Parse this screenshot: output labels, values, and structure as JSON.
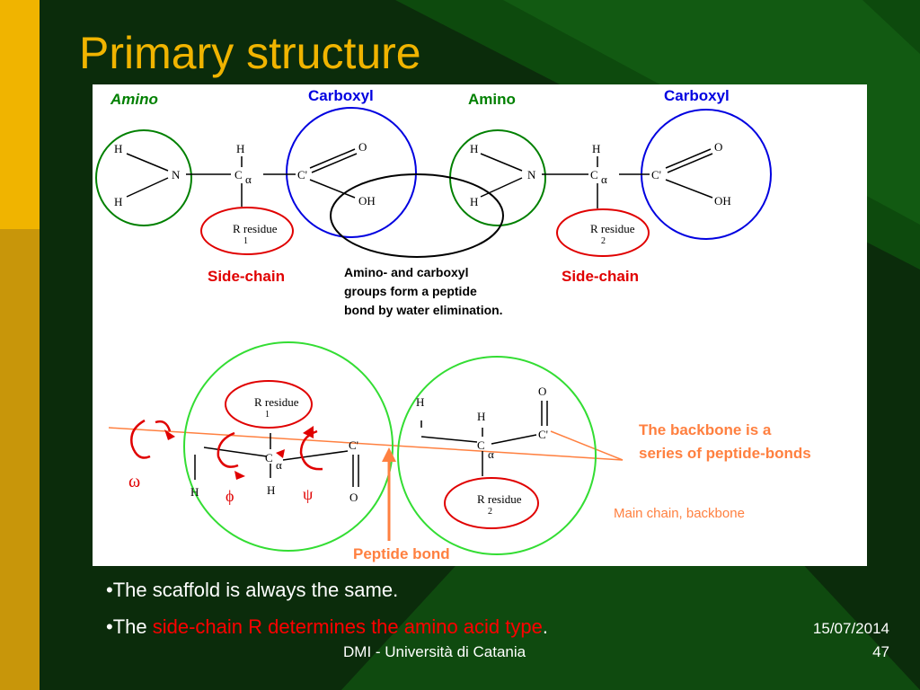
{
  "slide": {
    "title": "Primary structure",
    "bullets": {
      "b1": "•The scaffold is always the same.",
      "b2_pre": "•The ",
      "b2_red": "side-chain R determines the amino acid type",
      "b2_post": "."
    },
    "footer": {
      "center": "DMI - Università di Catania",
      "date": "15/07/2014",
      "page": "47"
    }
  },
  "diagram": {
    "top": {
      "amino1": "Amino",
      "carboxyl1": "Carboxyl",
      "amino2": "Amino",
      "carboxyl2": "Carboxyl",
      "H": "H",
      "N": "N",
      "C": "C",
      "alpha": "α",
      "Cp": "C'",
      "O": "O",
      "OH": "OH",
      "R_residue": "R residue",
      "sub1": "1",
      "sub2": "2",
      "sidechain1": "Side-chain",
      "sidechain2": "Side-chain",
      "note1": "Amino- and carboxyl",
      "note2": "groups form a peptide",
      "note3": "bond by water elimination."
    },
    "bottom": {
      "backbone1": "The backbone is a",
      "backbone2": "series of peptide-bonds",
      "mainchain": "Main chain, backbone",
      "peptide": "Peptide bond",
      "omega": "ω",
      "phi": "ϕ",
      "psi": "ψ"
    }
  },
  "colors": {
    "title": "#f0b400",
    "green_circle": "#008000",
    "blue_circle": "#0000e0",
    "red": "#e00000",
    "light_green": "#33dd33",
    "orange": "#ff8040"
  }
}
